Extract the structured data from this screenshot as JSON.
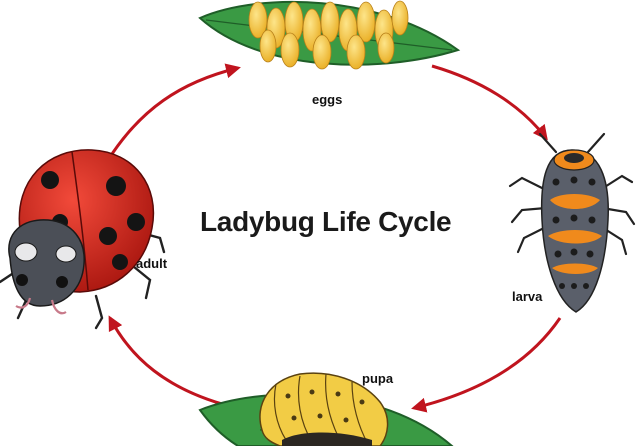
{
  "title": "Ladybug Life Cycle",
  "stages": {
    "eggs": "eggs",
    "larva": "larva",
    "pupa": "pupa",
    "adult": "adult"
  },
  "colors": {
    "arrow": "#c0141e",
    "leaf": "#2e8b3a",
    "egg": "#f2c23a",
    "ladybug_red": "#d8241c",
    "larva_orange": "#f08a1c",
    "pupa_yellow": "#f2cc45"
  }
}
